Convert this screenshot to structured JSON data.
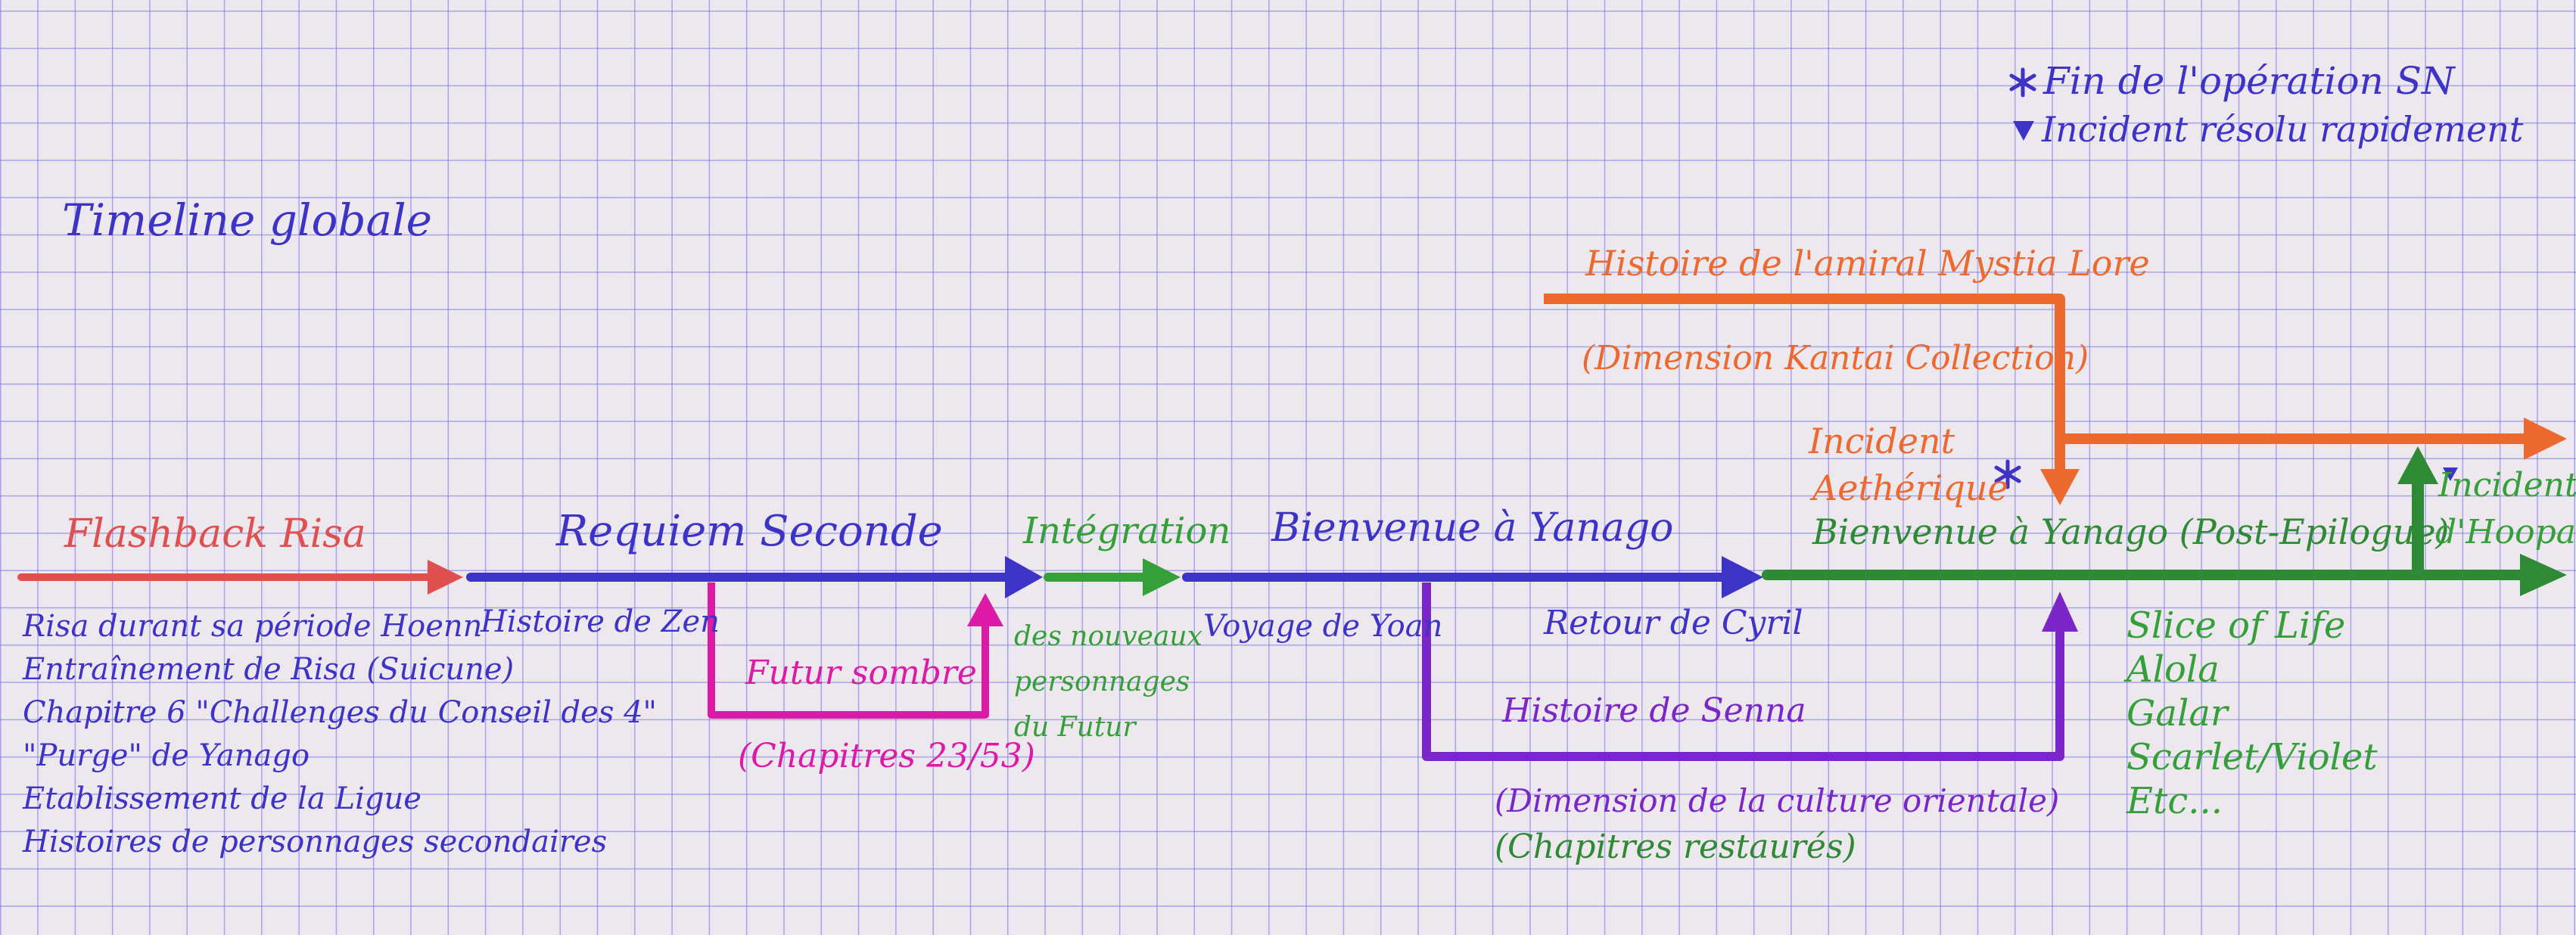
{
  "title": "Timeline globale",
  "legend": {
    "item1": "Fin de l'opération SN",
    "item2": "Incident résolu rapidement"
  },
  "flashback": {
    "label": "Flashback Risa",
    "items": [
      "Risa durant sa période Hoenn",
      "Entraînement de Risa (Suicune)",
      "Chapitre 6 \"Challenges du Conseil des 4\"",
      "\"Purge\" de Yanago",
      "Etablissement de la Ligue",
      "Histoires de personnages secondaires"
    ]
  },
  "requiem": {
    "label": "Requiem Seconde",
    "sub": "Histoire de Zen"
  },
  "futur": {
    "label": "Futur sombre",
    "sub": "(Chapitres 23/53)"
  },
  "integration": {
    "label": "Intégration",
    "items": [
      "des nouveaux",
      "personnages",
      "du Futur"
    ]
  },
  "bienvenue": {
    "label": "Bienvenue à Yanago",
    "voyage": "Voyage de Yoan",
    "retour": "Retour de Cyril"
  },
  "senna": {
    "label": "Histoire de Senna",
    "sub1": "(Dimension de la culture orientale)",
    "sub2": "(Chapitres restaurés)"
  },
  "mystia": {
    "label": "Histoire de l'amiral Mystia Lore",
    "sub": "(Dimension Kantai Collection)"
  },
  "aetherique": {
    "line1": "Incident",
    "line2": "Aethérique"
  },
  "post": {
    "label": "Bienvenue à Yanago (Post-Epilogue)",
    "items": [
      "Slice of Life",
      "Alola",
      "Galar",
      "Scarlet/Violet",
      "Etc..."
    ]
  },
  "hoopa": {
    "line1": "Incident",
    "line2": "d'Hoopa"
  },
  "colors": {
    "red": "#e0504f",
    "blue": "#3d33c6",
    "green": "#35a03a",
    "pink": "#dd1aa6",
    "orange": "#ec6930",
    "purple": "#7a26c8"
  }
}
